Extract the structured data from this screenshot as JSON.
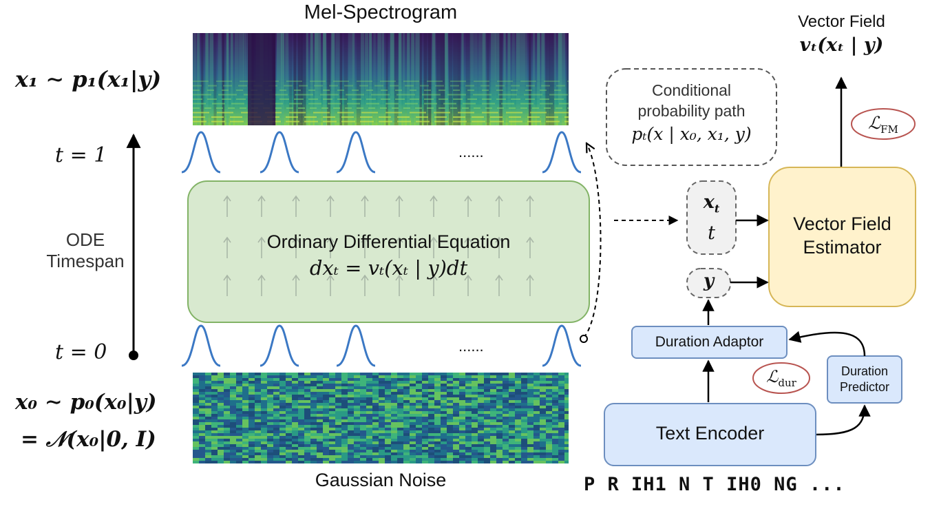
{
  "mel": {
    "title": "Mel-Spectrogram",
    "formula": "x₁ ∼ p₁(x₁|y)"
  },
  "noise": {
    "caption": "Gaussian Noise",
    "formula_line1": "x₀ ∼ p₀(x₀|y)",
    "formula_line2": "= 𝒩(x₀|0, I)"
  },
  "timeline": {
    "t_top": "t = 1",
    "t_bottom": "t = 0",
    "label_line1": "ODE",
    "label_line2": "Timespan",
    "dots": "......"
  },
  "ode": {
    "title": "Ordinary Differential Equation",
    "equation": "dxₜ = vₜ(xₜ | y)dt"
  },
  "conditional_path": {
    "line1": "Conditional",
    "line2": "probability path",
    "formula": "pₜ(x | x₀, x₁, y)"
  },
  "vector_field": {
    "title": "Vector Field",
    "formula": "vₜ(xₜ | y)",
    "loss": "ℒ",
    "loss_sub": "FM"
  },
  "estimator": {
    "line1": "Vector Field",
    "line2": "Estimator"
  },
  "inputs": {
    "xt": "x",
    "xt_sub": "t",
    "t": "t",
    "y": "y"
  },
  "duration_adaptor": {
    "label": "Duration Adaptor"
  },
  "duration_predictor": {
    "line1": "Duration",
    "line2": "Predictor"
  },
  "duration_loss": {
    "symbol": "ℒ",
    "sub": "dur"
  },
  "text_encoder": {
    "label": "Text Encoder"
  },
  "phonemes": "P R IH1 N T IH0 NG ...",
  "colors": {
    "ode_fill": "#d8e9cf",
    "ode_stroke": "#82b366",
    "estimator_fill": "#fff2cc",
    "estimator_stroke": "#d6b656",
    "blue_fill": "#dae8fc",
    "blue_stroke": "#6c8ebf",
    "loss_stroke": "#b85450",
    "gaussian": "#3b78c4"
  }
}
